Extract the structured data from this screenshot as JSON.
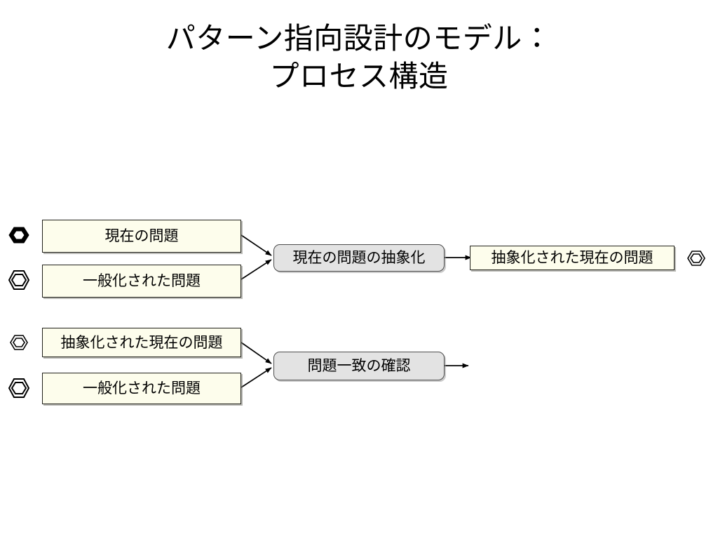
{
  "slide": {
    "background_color": "#ffffff",
    "title": {
      "line1": "パターン指向設計のモデル：",
      "line2": "プロセス構造"
    }
  },
  "palette": {
    "data_box_fill": "#fdfdec",
    "data_box_border": "#20201a",
    "process_box_fill": "#e3e3e3",
    "process_box_border": "#4d4d4d",
    "arrow_color": "#000000",
    "text_color": "#000000"
  },
  "diagram": {
    "type": "process-flow",
    "rows": [
      {
        "id": "row-abstraction",
        "inputs": [
          {
            "label": "現在の問題",
            "marker": "hexagon-single",
            "marker_name": "hexagon-single-icon"
          },
          {
            "label": "一般化された問題",
            "marker": "hexagon-double",
            "marker_name": "hexagon-double-icon"
          }
        ],
        "process": {
          "label": "現在の問題の抽象化"
        },
        "outputs": [
          {
            "label": "抽象化された現在の問題",
            "marker": "hexagon-thin",
            "marker_name": "hexagon-thin-icon"
          }
        ]
      },
      {
        "id": "row-matching",
        "inputs": [
          {
            "label": "抽象化された現在の問題",
            "marker": "hexagon-thin",
            "marker_name": "hexagon-thin-icon"
          },
          {
            "label": "一般化された問題",
            "marker": "hexagon-double",
            "marker_name": "hexagon-double-icon"
          }
        ],
        "process": {
          "label": "問題一致の確認"
        },
        "outputs": []
      }
    ]
  }
}
